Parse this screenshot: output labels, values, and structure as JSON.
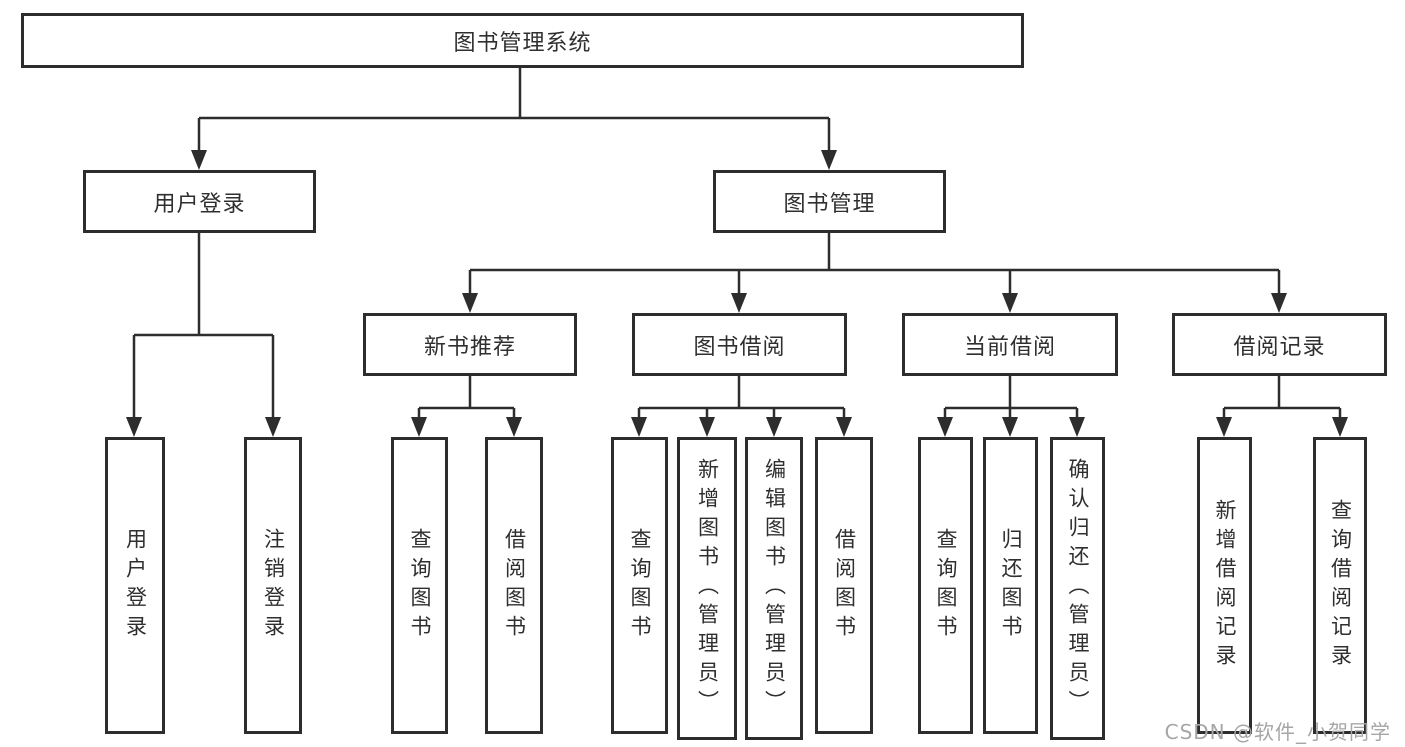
{
  "diagram": {
    "title_node": "图书管理系统",
    "nodes": {
      "user_login": "用户登录",
      "book_mgmt": "图书管理",
      "new_book_rec": "新书推荐",
      "book_borrow": "图书借阅",
      "current_borrow": "当前借阅",
      "borrow_records": "借阅记录",
      "leaf_user_login": "用户登录",
      "leaf_logout": "注销登录",
      "leaf_query_book_rec": "查询图书",
      "leaf_borrow_book_rec": "借阅图书",
      "leaf_query_book_borrow": "查询图书",
      "leaf_add_book": "新增图书（管理员）",
      "leaf_edit_book": "编辑图书（管理员）",
      "leaf_borrow_book": "借阅图书",
      "leaf_query_book_current": "查询图书",
      "leaf_return_book": "归还图书",
      "leaf_confirm_return": "确认归还（管理员）",
      "leaf_add_borrow_record": "新增借阅记录",
      "leaf_query_borrow_record": "查询借阅记录"
    },
    "colors": {
      "line": "#2d2d2d",
      "text": "#2f2f2f",
      "background": "#ffffff",
      "watermark": "#a6a6a6"
    }
  },
  "watermark": "CSDN @软件_小贺同学"
}
